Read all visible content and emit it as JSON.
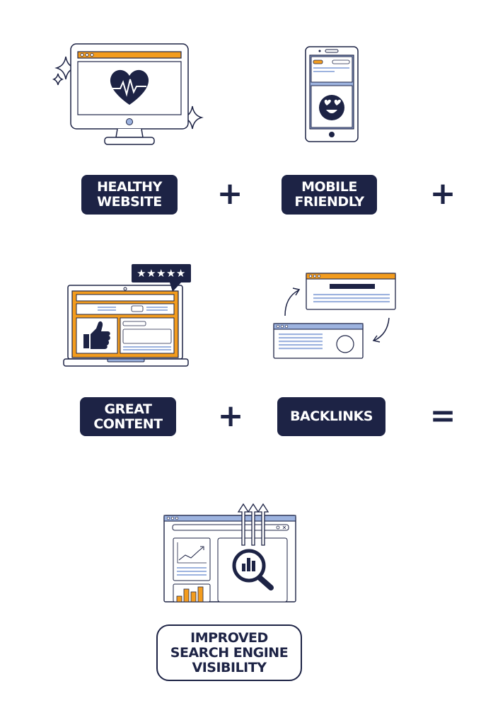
{
  "labels": {
    "healthy": "HEALTHY\nWEBSITE",
    "mobile": "MOBILE\nFRIENDLY",
    "content": "GREAT\nCONTENT",
    "backlinks": "BACKLINKS",
    "result": "IMPROVED\nSEARCH ENGINE\nVISIBILITY"
  },
  "operators": {
    "plus": "+",
    "equals": "="
  },
  "rating": {
    "stars": "★★★★★",
    "count": 5
  },
  "colors": {
    "navy": "#1d2345",
    "orange": "#f39c1e",
    "blue": "#9db3df",
    "white": "#ffffff"
  },
  "icons": [
    "heart-monitor-icon",
    "sparkle-icon",
    "phone-icon",
    "heart-eyes-emoji-icon",
    "laptop-icon",
    "thumbs-up-icon",
    "star-rating-icon",
    "browser-window-icon",
    "curved-arrow-icon",
    "search-engine-window-icon",
    "magnifier-chart-icon",
    "up-arrows-icon",
    "line-chart-icon",
    "bar-chart-icon"
  ]
}
